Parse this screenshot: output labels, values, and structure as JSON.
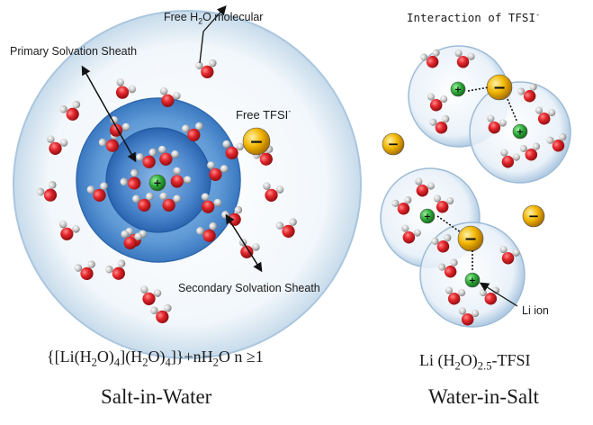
{
  "labels": {
    "free_water": {
      "prefix": "Free H",
      "sub": "2",
      "suffix": "O molecular"
    },
    "primary_sheath": "Primary  Solvation Sheath",
    "free_tfsi": {
      "text": "Free TFSI",
      "sup": "-"
    },
    "secondary_sheath": "Secondary Solvation Sheath",
    "interaction": {
      "text": "Interaction  of  TFSI",
      "sup": "-"
    },
    "li_ion": "Li ion"
  },
  "formulas": {
    "left": {
      "p1": "{[Li(H",
      "s1": "2",
      "p2": "O)",
      "s2": "4",
      "p3": "](H",
      "s3": "2",
      "p4": "O)",
      "s4": "4",
      "p5": "]}+nH",
      "s5": "2",
      "p6": "O  n ≥1"
    },
    "right": {
      "p1": "Li (H",
      "s1": "2",
      "p2": "O)",
      "s2": "2.5",
      "p3": "-TFSI"
    }
  },
  "captions": {
    "left": "Salt-in-Water",
    "right": "Water-in-Salt"
  },
  "glyphs": {
    "cation_sign": "+",
    "anion_sign": "−"
  },
  "colors": {
    "oxygen": "#e3262b",
    "hydrogen": "#bdbdbd",
    "li_ion": "#2fae3a",
    "tfsi": "#f2b500",
    "outer_shell": "#d8e6f2",
    "secondary_shell": "#4f8fd0",
    "primary_shell": "#2a6fc0"
  }
}
